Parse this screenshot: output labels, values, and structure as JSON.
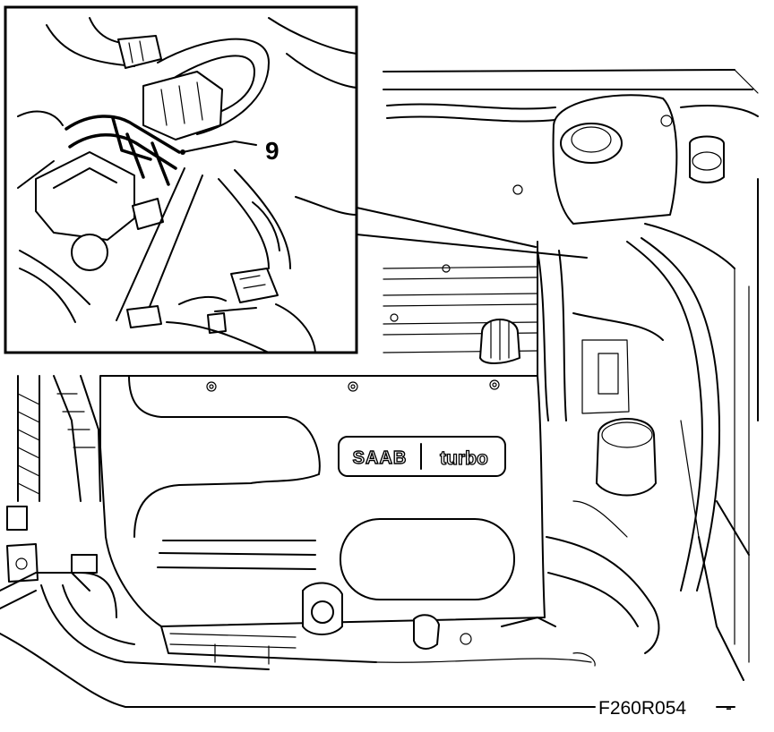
{
  "diagram": {
    "callout_number": "9",
    "figure_code": "F260R054",
    "figure_code_suffix": "-",
    "brand_logo_text": "SAAB",
    "brand_model_text": "turbo"
  }
}
